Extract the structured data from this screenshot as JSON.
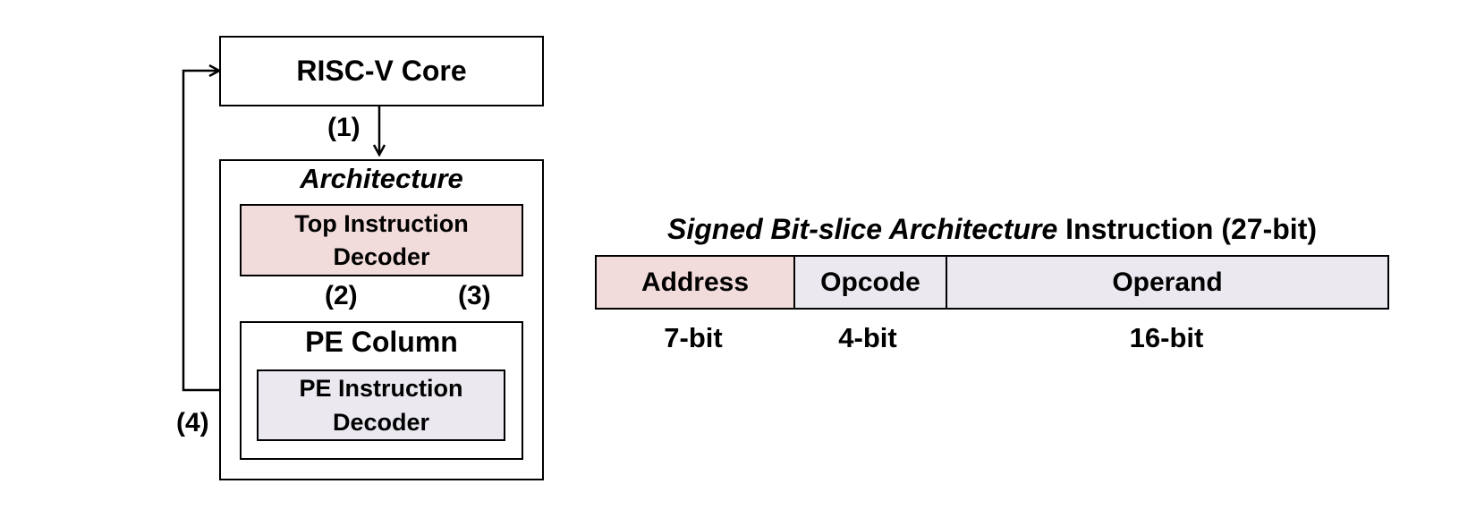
{
  "left_diagram": {
    "risc_core": "RISC-V Core",
    "architecture": "Architecture",
    "top_decoder_line1": "Top Instruction",
    "top_decoder_line2": "Decoder",
    "pe_column": "PE Column",
    "pe_decoder_line1": "PE Instruction",
    "pe_decoder_line2": "Decoder",
    "step1": "(1)",
    "step2": "(2)",
    "step3": "(3)",
    "step4": "(4)"
  },
  "instruction_format": {
    "title_italic": "Signed Bit-slice Architecture",
    "title_rest": " Instruction (27-bit)",
    "fields": [
      {
        "name": "Address",
        "bits": "7-bit",
        "color": "#f2dcdb"
      },
      {
        "name": "Opcode",
        "bits": "4-bit",
        "color": "#ebe8f0"
      },
      {
        "name": "Operand",
        "bits": "16-bit",
        "color": "#ebe8f0"
      }
    ]
  },
  "colors": {
    "top_decoder_fill": "#f2dcdb",
    "pe_decoder_fill": "#ebe8f0"
  }
}
